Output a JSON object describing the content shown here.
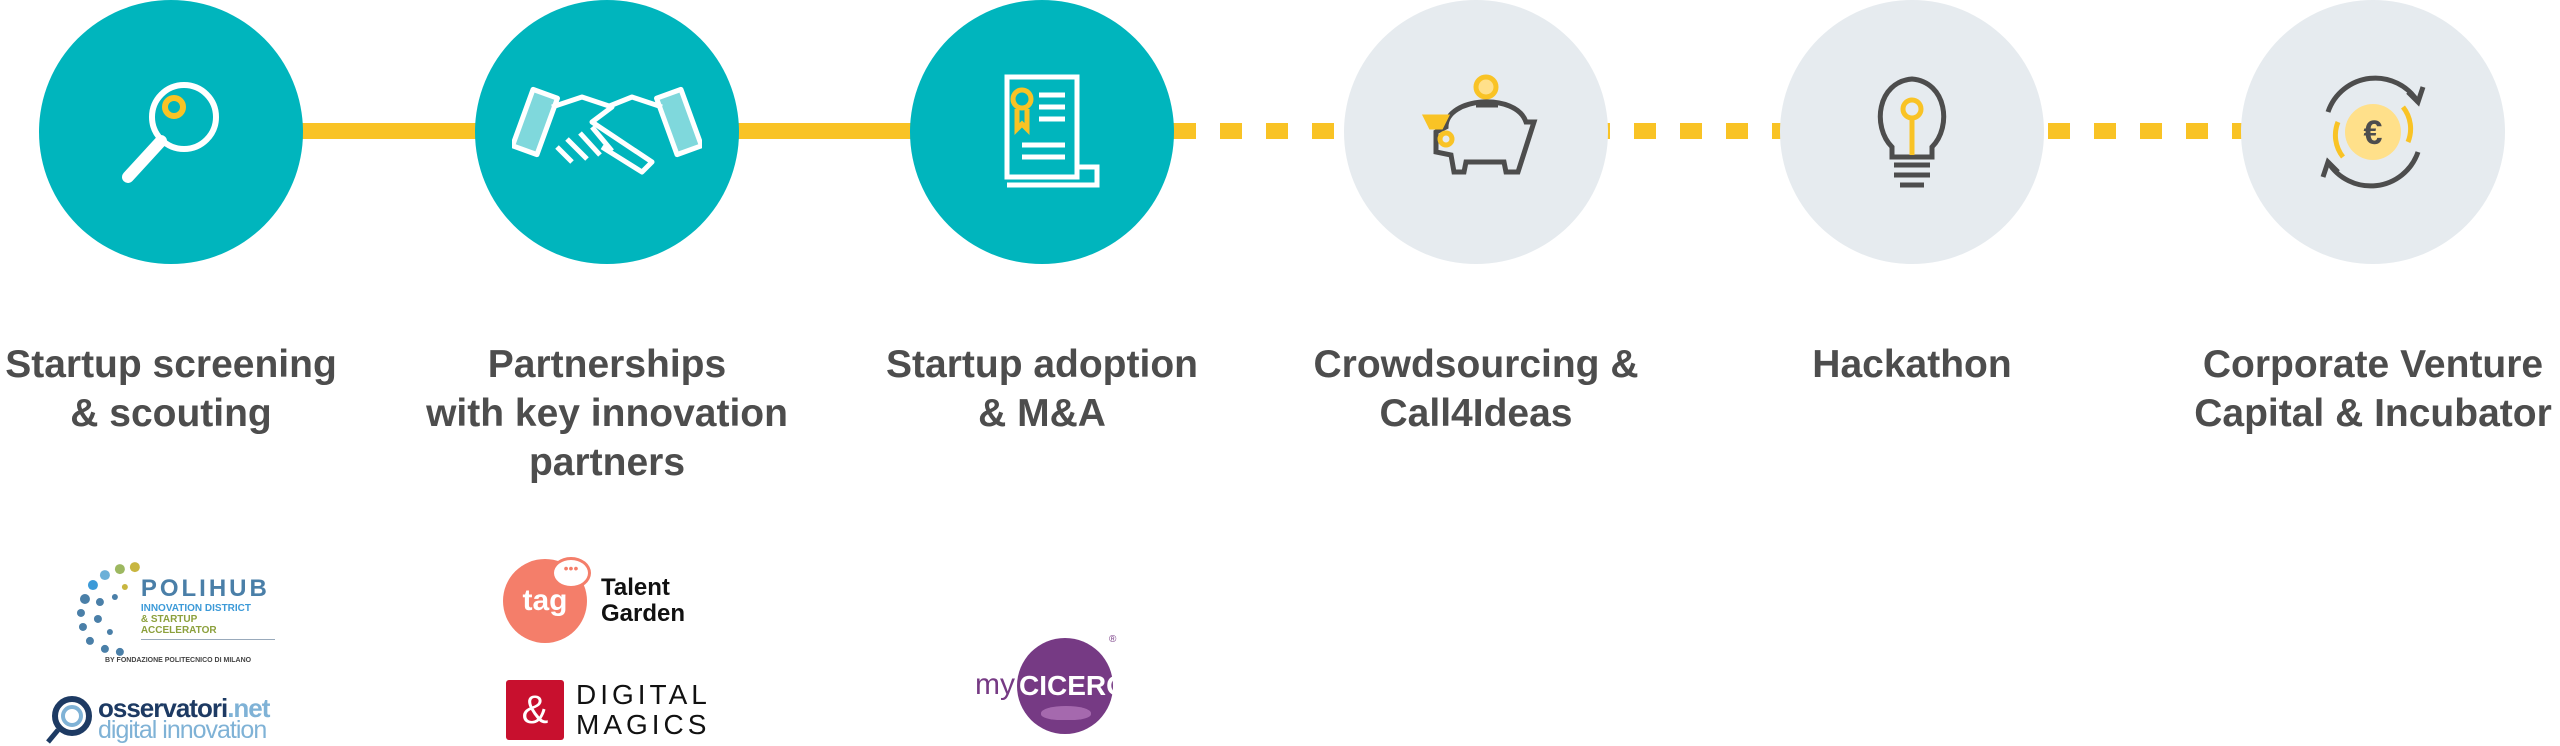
{
  "colors": {
    "active": "#00B5BD",
    "inactive": "#E6EBEF",
    "connector": "#F9C325",
    "text": "#4D4D4D"
  },
  "steps": [
    {
      "label": "Startup screening\n& scouting",
      "icon": "magnifier-icon",
      "active": true
    },
    {
      "label": "Partnerships\nwith key innovation\npartners",
      "icon": "handshake-icon",
      "active": true
    },
    {
      "label": "Startup adoption\n& M&A",
      "icon": "certificate-icon",
      "active": true
    },
    {
      "label": "Crowdsourcing &\nCall4Ideas",
      "icon": "piggy-bank-icon",
      "active": false
    },
    {
      "label": "Hackathon",
      "icon": "lightbulb-icon",
      "active": false
    },
    {
      "label": "Corporate Venture\nCapital & Incubator",
      "icon": "euro-cycle-icon",
      "active": false
    }
  ],
  "logos": {
    "polihub": {
      "name": "POLIHUB",
      "line1": "INNOVATION DISTRICT",
      "line2": "& STARTUP ACCELERATOR",
      "line3": "BY FONDAZIONE POLITECNICO DI MILANO"
    },
    "osservatori": {
      "name": "osservatori",
      "tld": ".net",
      "sub": "digital innovation"
    },
    "talent_garden": {
      "badge": "tag",
      "line1": "Talent",
      "line2": "Garden"
    },
    "digital_magics": {
      "line1": "DIGITAL",
      "line2": "MAGICS"
    },
    "mycicero": {
      "prefix": "my",
      "name": "CICERO",
      "reg": "®"
    }
  }
}
